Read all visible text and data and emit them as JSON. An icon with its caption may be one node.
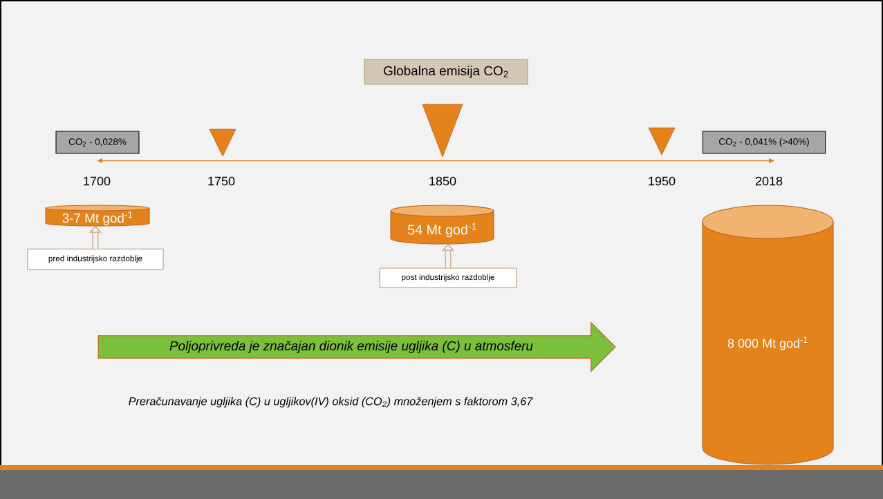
{
  "diagram": {
    "nodes": [
      {
        "text": [
          "Globalna emisija CO$_{2}$"
        ]
      },
      {
        "text": [
          "CO$_{2}$ - 0,028%"
        ]
      },
      {
        "text": [
          "CO$_{2}$ - 0,041% (>40%)"
        ]
      },
      {
        "text": [
          "3-7 Mt god$^{-1}$"
        ]
      },
      {
        "text": [
          "pred industrijsko razdoblje"
        ]
      },
      {
        "text": [
          "54 Mt god$^{-1}$"
        ]
      },
      {
        "text": [
          "post industrijsko razdoblje"
        ]
      },
      {
        "text": [
          "8 000 Mt god$^{-1}$"
        ]
      },
      {
        "text": [
          "Poljoprivreda je značajan dionik emisije ugljika (C) u atmosferu"
        ]
      },
      {
        "text": [],
        "shape": "triangle"
      },
      {
        "text": [],
        "shape": "triangle"
      },
      {
        "text": [],
        "shape": "triangle"
      }
    ],
    "edges": [
      {
        "from": 4,
        "to": 3,
        "arrow": "to"
      },
      {
        "from": 6,
        "to": 5,
        "arrow": "to"
      },
      {
        "from": 1,
        "to": 2,
        "arrow": "both",
        "color": "#e4821b"
      }
    ],
    "labels": [
      "1700",
      "1750",
      "1850",
      "1950",
      "2018",
      "Preračunavanje ugljika (C) u ugljikov(IV) oksid (CO$_{2}$) množenjem s faktorom 3,67"
    ]
  }
}
